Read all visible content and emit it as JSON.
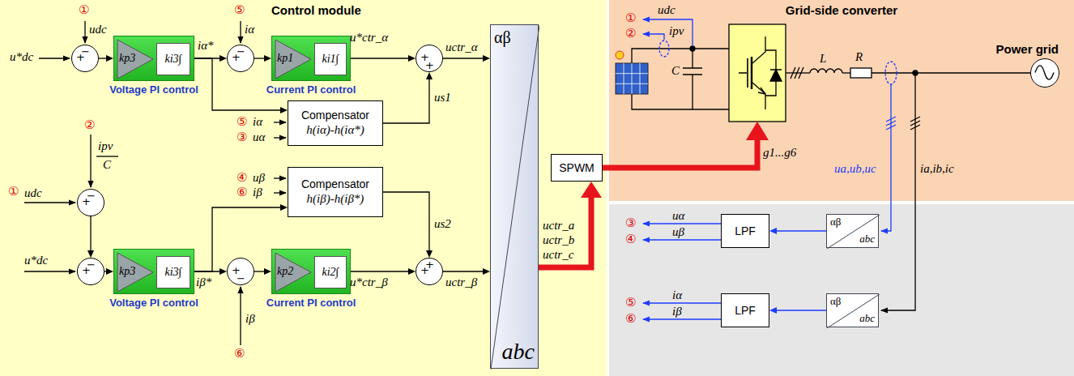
{
  "diagram": {
    "nodes": [
      {
        "text": [
          "Control module"
        ]
      },
      {
        "text": [
          "+",
          "−"
        ],
        "in": 0
      },
      {
        "text": [
          "kp3",
          "ki3∫",
          "Voltage PI control"
        ],
        "in": 0
      },
      {
        "text": [
          "+",
          "−"
        ],
        "in": 0
      },
      {
        "text": [
          "kp1",
          "ki1∫",
          "Current PI control"
        ],
        "in": 0
      },
      {
        "text": [
          "+",
          "+"
        ],
        "in": 0
      },
      {
        "text": [
          "Compensator",
          "h(iα)-h(iα*)"
        ],
        "in": 0
      },
      {
        "text": [
          "+",
          "−"
        ],
        "in": 0
      },
      {
        "text": [
          "+",
          "−"
        ],
        "in": 0
      },
      {
        "text": [
          "kp3",
          "ki3∫",
          "Voltage PI control"
        ],
        "in": 0
      },
      {
        "text": [
          "Compensator",
          "h(iβ)-h(iβ*)"
        ],
        "in": 0
      },
      {
        "text": [
          "+",
          "−"
        ],
        "in": 0
      },
      {
        "text": [
          "kp2",
          "ki2∫",
          "Current PI control"
        ],
        "in": 0
      },
      {
        "text": [
          "+",
          "+"
        ],
        "in": 0
      },
      {
        "text": [
          "αβ",
          "abc"
        ],
        "in": 0
      },
      {
        "text": [
          "SPWM"
        ],
        "in": 0
      },
      {
        "text": [
          "Grid-side converter"
        ]
      },
      {
        "text": [
          "Power grid"
        ],
        "in": 16
      },
      {
        "text": [
          "LPF"
        ]
      },
      {
        "text": [
          "αβ",
          "abc"
        ]
      },
      {
        "text": [
          "LPF"
        ]
      },
      {
        "text": [
          "αβ",
          "abc"
        ]
      }
    ],
    "edges": [
      {
        "from": 1,
        "to": 2,
        "arrow": "to"
      },
      {
        "from": 2,
        "to": 3,
        "arrow": "to"
      },
      {
        "from": 2,
        "to": 6,
        "arrow": "to"
      },
      {
        "from": 3,
        "to": 4,
        "arrow": "to"
      },
      {
        "from": 4,
        "to": 5,
        "arrow": "to"
      },
      {
        "from": 6,
        "to": 5,
        "arrow": "to"
      },
      {
        "from": 5,
        "to": 14,
        "arrow": "to"
      },
      {
        "from": 7,
        "to": 8,
        "arrow": "to"
      },
      {
        "from": 8,
        "to": 9,
        "arrow": "to"
      },
      {
        "from": 9,
        "to": 11,
        "arrow": "to"
      },
      {
        "from": 9,
        "to": 10,
        "arrow": "to"
      },
      {
        "from": 11,
        "to": 12,
        "arrow": "to"
      },
      {
        "from": 12,
        "to": 13,
        "arrow": "to"
      },
      {
        "from": 10,
        "to": 13,
        "arrow": "to"
      },
      {
        "from": 13,
        "to": 14,
        "arrow": "to"
      },
      {
        "from": 14,
        "to": 15,
        "arrow": "to"
      },
      {
        "from": 19,
        "to": 18,
        "arrow": "to"
      },
      {
        "from": 21,
        "to": 20,
        "arrow": "to"
      }
    ],
    "labels": [
      "①",
      "udc",
      "u*dc",
      "iα*",
      "⑤",
      "iα",
      "u*ctr_α",
      "uctr_α",
      "us1",
      "⑤",
      "iα",
      "③",
      "uα",
      "②",
      "ipv",
      "C",
      "①",
      "udc",
      "u*dc",
      "④",
      "uβ",
      "⑥",
      "iβ",
      "iβ*",
      "us2",
      "u*ctr_β",
      "uctr_β",
      "iβ",
      "⑥",
      "uctr_a",
      "uctr_b",
      "uctr_c",
      "g1...g6",
      "①",
      "udc",
      "②",
      "ipv",
      "C",
      "L",
      "R",
      "ua,ub,uc",
      "ia,ib,ic",
      "③",
      "uα",
      "④",
      "uβ",
      "⑤",
      "iα",
      "⑥",
      "iβ"
    ]
  }
}
